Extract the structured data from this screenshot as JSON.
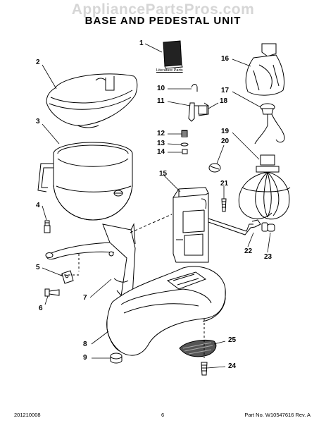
{
  "watermark": "AppliancePartsPros.com",
  "title": "BASE AND PEDESTAL UNIT",
  "literature_label": "Literature Parts",
  "footer": {
    "left": "201210008",
    "center": "6",
    "right": "Part No. W10547616  Rev. A"
  },
  "callouts": [
    "1",
    "2",
    "3",
    "4",
    "5",
    "6",
    "7",
    "8",
    "9",
    "10",
    "11",
    "12",
    "13",
    "14",
    "15",
    "16",
    "17",
    "18",
    "19",
    "20",
    "21",
    "22",
    "23",
    "24",
    "25"
  ]
}
